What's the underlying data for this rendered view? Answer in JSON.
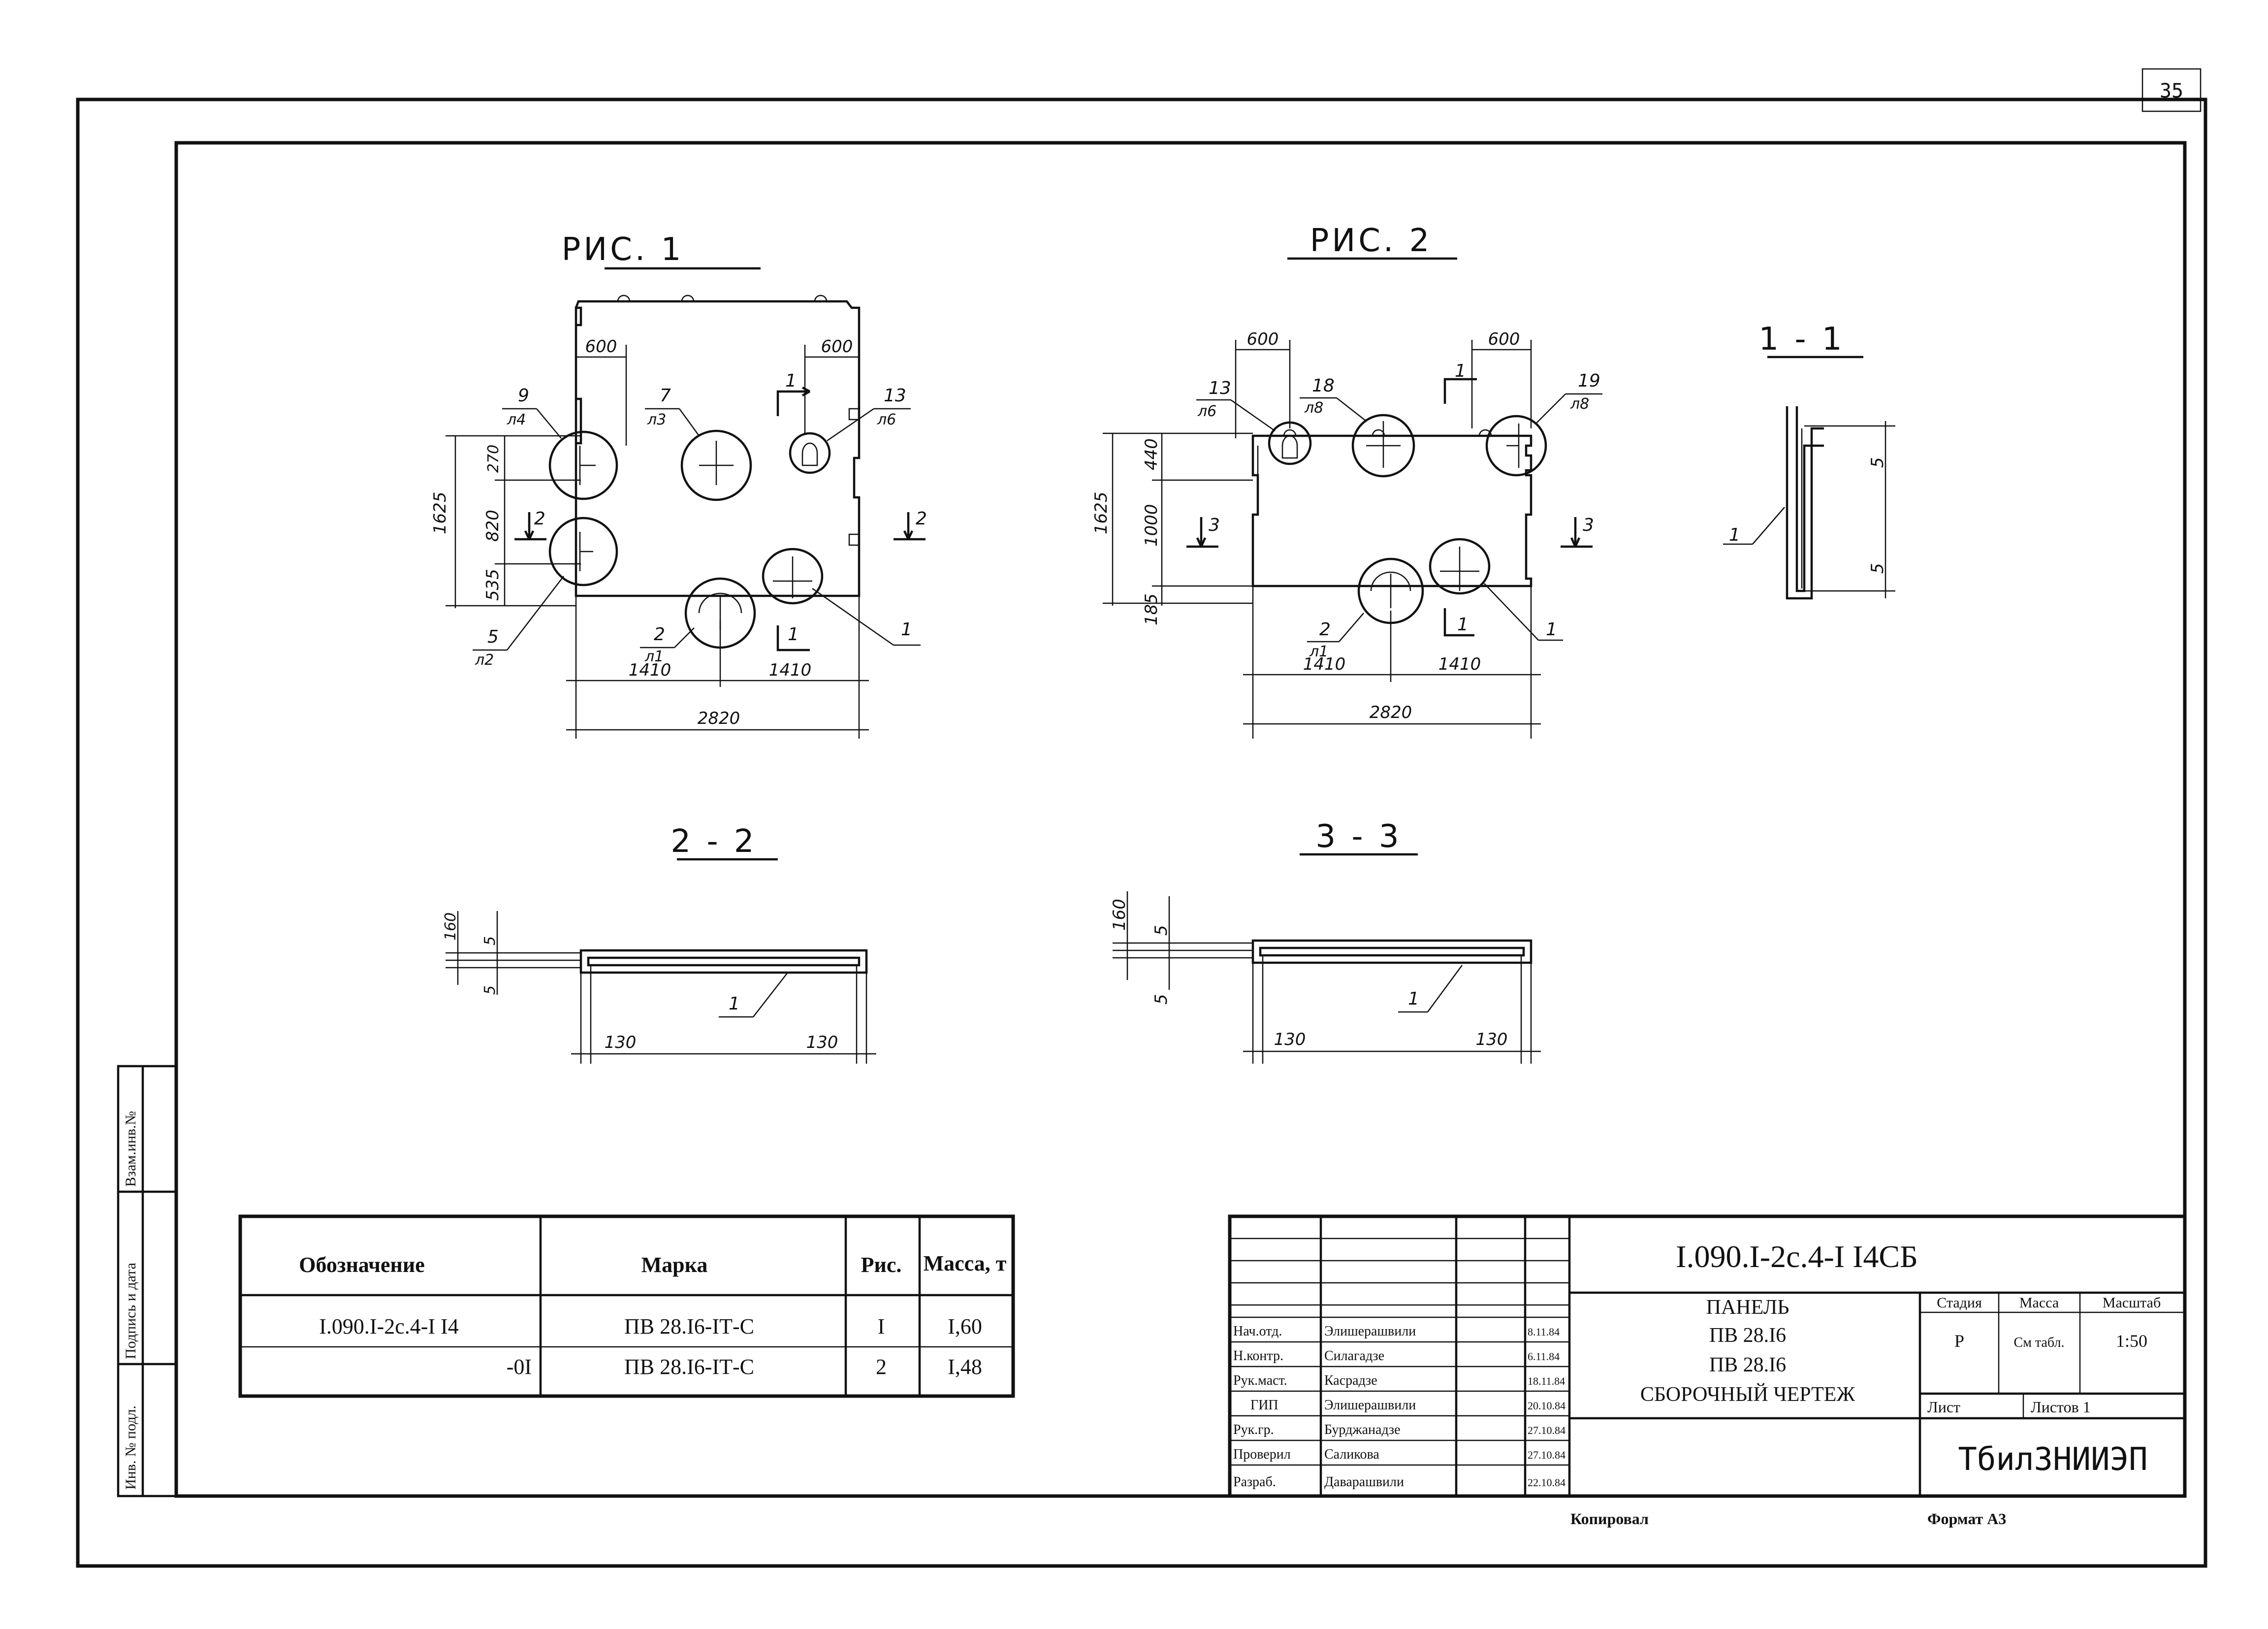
{
  "sheet_number": "35",
  "side_stamp": {
    "col1": "Инв. № подл.",
    "col2": "Подпись и дата",
    "col3": "Взам.инв.№"
  },
  "views": {
    "fig1": {
      "title": "РИС. 1",
      "dims": {
        "top_left": "600",
        "top_right": "600",
        "h_total": "1625",
        "h_a": "270",
        "h_b": "820",
        "h_c": "535",
        "b_left": "1410",
        "b_right": "1410",
        "total": "2820"
      },
      "callouts": [
        {
          "num": "9",
          "sheet": "л4"
        },
        {
          "num": "7",
          "sheet": "л3"
        },
        {
          "num": "13",
          "sheet": "л6"
        },
        {
          "num": "5",
          "sheet": "л2"
        },
        {
          "num": "2",
          "sheet": "л1"
        },
        {
          "num": "1",
          "sheet": ""
        }
      ],
      "sections": {
        "s1_top": "1",
        "s1_bot": "1",
        "s2_left": "2",
        "s2_right": "2"
      }
    },
    "fig2": {
      "title": "РИС. 2",
      "dims": {
        "top_left": "600",
        "top_right": "600",
        "h_total": "1625",
        "h_a": "440",
        "h_b": "1000",
        "h_c": "185",
        "b_left": "1410",
        "b_right": "1410",
        "total": "2820"
      },
      "callouts": [
        {
          "num": "13",
          "sheet": "л6"
        },
        {
          "num": "18",
          "sheet": "л8"
        },
        {
          "num": "19",
          "sheet": "л8"
        },
        {
          "num": "2",
          "sheet": "л1"
        },
        {
          "num": "1",
          "sheet": ""
        }
      ],
      "sections": {
        "s1_top": "1",
        "s1_bot": "1",
        "s3_left": "3",
        "s3_right": "3"
      }
    },
    "sec11": {
      "title": "1 - 1",
      "dim_top": "5",
      "dim_bot": "5",
      "callout": "1"
    },
    "sec22": {
      "title": "2 - 2",
      "dim_total": "160",
      "dim_a": "5",
      "dim_b": "5",
      "left": "130",
      "right": "130",
      "callout": "1"
    },
    "sec33": {
      "title": "3 - 3",
      "dim_total": "160",
      "dim_a": "5",
      "dim_b": "5",
      "left": "130",
      "right": "130",
      "callout": "1"
    }
  },
  "spec_table": {
    "headers": [
      "Обозначение",
      "Марка",
      "Рис.",
      "Масса, т"
    ],
    "rows": [
      [
        "I.090.I-2с.4-I I4",
        "ПВ 28.I6-IТ-С",
        "I",
        "I,60"
      ],
      [
        "-0I",
        "ПВ 28.I6-IТ-С",
        "2",
        "I,48"
      ]
    ]
  },
  "title_block": {
    "code": "I.090.I-2с.4-I I4СБ",
    "name_lines": [
      "ПАНЕЛЬ",
      "ПВ 28.I6",
      "ПВ 28.I6",
      "СБОРОЧНЫЙ ЧЕРТЕЖ"
    ],
    "stage_head": "Стадия",
    "mass_head": "Масса",
    "scale_head": "Масштаб",
    "stage": "Р",
    "mass": "См табл.",
    "scale": "1:50",
    "sheet_label": "Лист",
    "sheets_label": "Листов 1",
    "org": "ТбилЗНИИЭП",
    "signers": [
      {
        "role": "Нач.отд.",
        "name": "Элишерашвили",
        "date": "8.11.84"
      },
      {
        "role": "Н.контр.",
        "name": "Силагадзе",
        "date": "6.11.84"
      },
      {
        "role": "Рук.маст.",
        "name": "Касрадзе",
        "date": "18.11.84"
      },
      {
        "role": "ГИП",
        "name": "Элишерашвили",
        "date": "20.10.84"
      },
      {
        "role": "Рук.гр.",
        "name": "Бурджанадзе",
        "date": "27.10.84"
      },
      {
        "role": "Проверил",
        "name": "Саликова",
        "date": "27.10.84"
      },
      {
        "role": "Разраб.",
        "name": "Даварашвили",
        "date": "22.10.84"
      }
    ]
  },
  "footer": {
    "copied": "Копировал",
    "format": "Формат А3"
  }
}
